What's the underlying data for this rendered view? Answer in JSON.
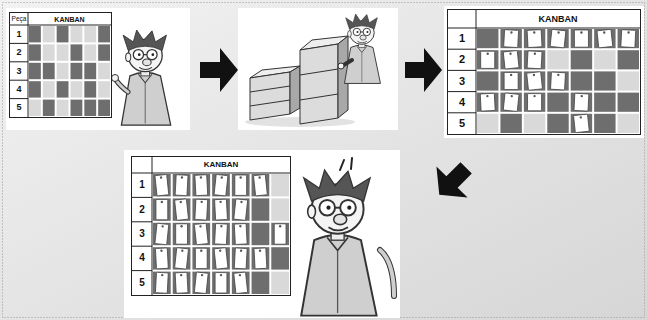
{
  "diagram": {
    "nodes": [
      {
        "text": [
          "Peça",
          "KANBAN",
          "1",
          "2",
          "3",
          "4",
          "5"
        ]
      },
      {
        "text": [
          "KANBAN",
          "1",
          "2",
          "3",
          "4",
          "5"
        ]
      },
      {
        "text": [
          "KANBAN",
          "1",
          "2",
          "3",
          "4",
          "5"
        ]
      }
    ]
  }
}
